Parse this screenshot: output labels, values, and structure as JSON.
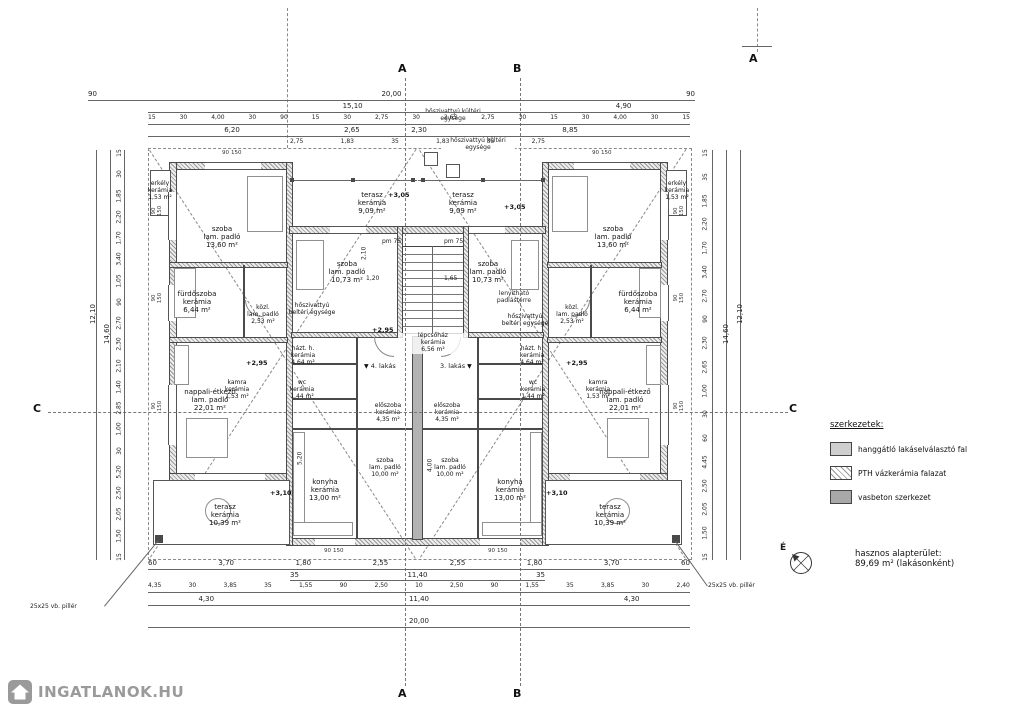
{
  "watermark": {
    "text": "INGATLANOK.HU"
  },
  "legend": {
    "title": "szerkezetek:",
    "items": [
      {
        "label": "hanggátló lakáselválasztó fal"
      },
      {
        "label": "PTH vázkerámia falazat"
      },
      {
        "label": "vasbeton szerkezet"
      }
    ]
  },
  "notes": {
    "area_line1": "hasznos alapterület:",
    "area_line2": "89,69 m² (lakásonként)",
    "north": "É",
    "pillar": "25x25 vb. pillér",
    "attic": "lenyitható padlástérre",
    "pm": "pm 75",
    "heatpump_outdoor": "hőszivattyú kültéri egysége",
    "apartment_left": "4. lakás",
    "apartment_right": "3. lakás"
  },
  "levels": {
    "terasz_felso": "+3,05",
    "fsz": "+2,95",
    "terasz_also": "+3,10"
  },
  "sections": {
    "a": "A",
    "b": "B",
    "c": "C"
  },
  "icons": {
    "stair_arrow": "▼"
  },
  "tags": {
    "sill": "90",
    "height": "150"
  },
  "rooms": {
    "erkely": {
      "name": "erkély",
      "floor": "kerámia",
      "area": "1,53 m²"
    },
    "szoba1": {
      "name": "szoba",
      "floor": "lam. padló",
      "area": "13,60 m²"
    },
    "szoba2": {
      "name": "szoba",
      "floor": "lam. padló",
      "area": "10,73 m²"
    },
    "szoba3": {
      "name": "szoba",
      "floor": "lam. padló",
      "area": "10,00 m²"
    },
    "furdoszoba": {
      "name": "fürdőszoba",
      "floor": "kerámia",
      "area": "6,44 m²"
    },
    "kozl": {
      "name": "közl.",
      "floor": "lam. padló",
      "area": "2,53 m²"
    },
    "terasz_felso": {
      "name": "terasz",
      "floor": "kerámia",
      "area": "9,09 m²"
    },
    "terasz_also": {
      "name": "terasz",
      "floor": "kerámia",
      "area": "10,39 m²"
    },
    "hazt": {
      "name": "házt. h.",
      "floor": "kerámia",
      "area": "4,64 m²"
    },
    "wc": {
      "name": "wc",
      "floor": "kerámia",
      "area": "1,44 m²"
    },
    "kamra": {
      "name": "kamra",
      "floor": "kerámia",
      "area": "1,53 m²"
    },
    "nappali": {
      "name": "nappali-étkező",
      "floor": "lam. padló",
      "area": "22,01 m²"
    },
    "eloszoba": {
      "name": "előszoba",
      "floor": "kerámia",
      "area": "4,35 m²"
    },
    "konyha": {
      "name": "konyha",
      "floor": "kerámia",
      "area": "13,00 m²"
    },
    "lepcsohaz": {
      "name": "lépcsőház",
      "floor": "kerámia",
      "area": "6,56 m²"
    },
    "hp_indoor": {
      "name": "hőszivattyú",
      "floor": "beltéri egysége"
    }
  },
  "dims": {
    "top1": [
      "90",
      "20,00",
      "90"
    ],
    "top2": [
      "15,10",
      "4,90"
    ],
    "top3": [
      "15",
      "30",
      "4,00",
      "30",
      "90",
      "15",
      "30",
      "2,75",
      "30",
      "2,65",
      "2,75",
      "30",
      "15",
      "30",
      "4,00",
      "30",
      "15"
    ],
    "top4": [
      "6,20",
      "2,65",
      "2,30",
      "8,85"
    ],
    "top5": [
      "2,75",
      "1,83",
      "35",
      "1,83",
      "35",
      "2,75"
    ],
    "bottom1": [
      "60",
      "3,70",
      "1,80",
      "2,55",
      "2,55",
      "1,80",
      "3,70",
      "60"
    ],
    "bottom2": [
      "35",
      "11,40",
      "35"
    ],
    "bottom3": [
      "4,35",
      "30",
      "3,85",
      "35",
      "1,55",
      "90",
      "2,50",
      "10",
      "2,50",
      "90",
      "1,55",
      "35",
      "3,85",
      "30",
      "2,40"
    ],
    "bottom4": [
      "4,30",
      "11,40",
      "4,30"
    ],
    "bottom5": [
      "20,00"
    ],
    "left_small": [
      "15",
      "30",
      "1,85",
      "2,20",
      "1,70",
      "3,40",
      "1,05",
      "90",
      "2,70",
      "2,30",
      "2,10",
      "1,40",
      "2,85",
      "1,00",
      "30",
      "5,20",
      "2,50",
      "2,05",
      "1,50",
      "15"
    ],
    "left_big1": "14,60",
    "left_big2": "12,10",
    "right_small": [
      "15",
      "35",
      "1,85",
      "2,20",
      "1,70",
      "3,40",
      "2,70",
      "90",
      "2,30",
      "2,65",
      "1,00",
      "30",
      "60",
      "4,45",
      "2,50",
      "2,05",
      "1,50",
      "15"
    ],
    "right_big1": "14,60",
    "right_big2": "12,10",
    "inner": [
      "2,10",
      "1,20",
      "1,65",
      "5,20",
      "4,00"
    ]
  }
}
